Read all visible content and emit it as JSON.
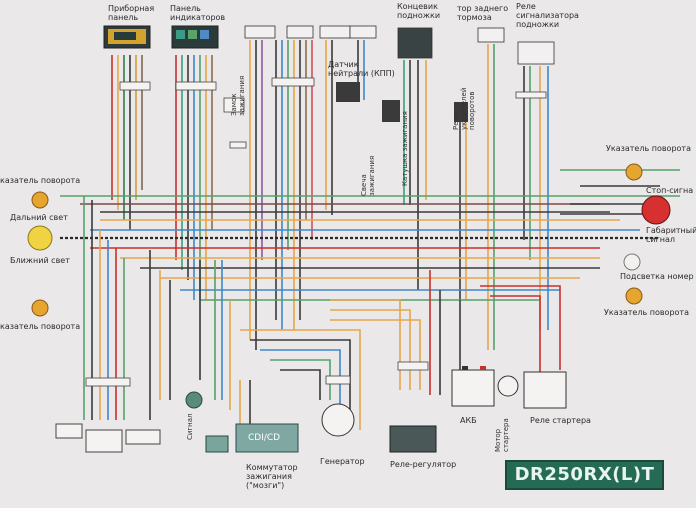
{
  "labels": {
    "dashboard": "Приборная\nпанель",
    "indicator_panel": "Панель\nиндикаторов",
    "footstand_switch": "Концевик\nподножки",
    "rear_brake_switch": "тор заднего\nтормоза",
    "footstand_relay": "Реле\nсигнализатора\nподножки",
    "neutral_sensor": "Датчик\nнейтрали (КПП)",
    "ignition_switch": "Замок\nзажигания",
    "spark_plug": "Свеча\nзажигания",
    "ignition_coil": "Катушка зажигания",
    "turn_relay": "Реле\nуказателей\nповоротов",
    "turn_signal_left_front": "казатель поворота",
    "high_beam": "Дальний свет",
    "low_beam": "Ближний свет",
    "turn_signal_left_rear": "казатель поворота",
    "turn_signal_right_front": "Указатель поворота",
    "stop_signal": "Стоп-сигна",
    "parking_light": "Габаритный\nсигнал",
    "plate_light": "Подсветка номер",
    "turn_signal_right_rear": "Указатель поворота",
    "commutator": "Коммутатор\nзажигания\n(\"мозги\")",
    "generator": "Генератор",
    "regulator": "Реле-регулятор",
    "battery": "АКБ",
    "starter_relay": "Реле стартера",
    "starter_motor": "Мотор\nстартера",
    "signal": "Сигнал",
    "commutator_chip": "CDI/CD",
    "model": "DR250RX(L)T"
  }
}
